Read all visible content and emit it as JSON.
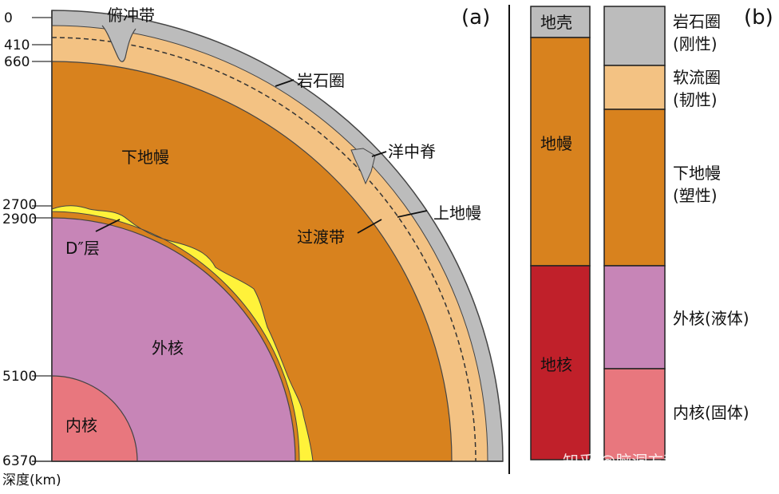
{
  "panel_a": {
    "letter": "(a)",
    "depth_ticks": [
      "0",
      "410",
      "660",
      "2700",
      "2900",
      "5100",
      "6370"
    ],
    "axis_unit": "深度(km)",
    "labels": {
      "subduction": "俯冲带",
      "lithosphere": "岩石圈",
      "ridge": "洋中脊",
      "upper_mantle": "上地幔",
      "transition": "过渡带",
      "lower_mantle": "下地幔",
      "d_double_prime": "D″层",
      "outer_core": "外核",
      "inner_core": "内核"
    }
  },
  "panel_b": {
    "letter": "(b)",
    "composition": [
      "地壳",
      "地幔",
      "地核"
    ],
    "mechanical": [
      {
        "line1": "岩石圈",
        "line2": "(刚性)"
      },
      {
        "line1": "软流圈",
        "line2": "(韧性)"
      },
      {
        "line1": "下地幔",
        "line2": "(塑性)"
      },
      {
        "line1": "外核(液体)",
        "line2": ""
      },
      {
        "line1": "内核(固体)",
        "line2": ""
      }
    ]
  },
  "colors": {
    "crust_gray": "#bcbcbc",
    "asthenosphere": "#f3c283",
    "mantle_orange": "#d8821e",
    "d_layer_yellow": "#fff23a",
    "outer_core": "#c785b7",
    "inner_core": "#e8777e",
    "core_red": "#c0202a"
  },
  "watermark": "知乎 @脑洞方程式"
}
